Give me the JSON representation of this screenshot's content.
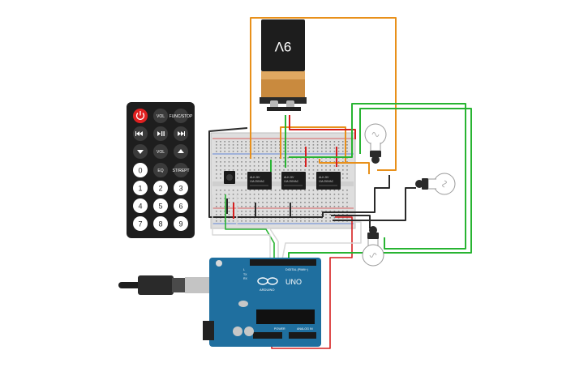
{
  "battery": {
    "label": "9V"
  },
  "remote": {
    "row1": [
      "VOL",
      "FUNC/STOP"
    ],
    "row3": [
      "VOL"
    ],
    "row4": [
      "EQ",
      "ST/REPT"
    ],
    "digits": [
      "0",
      "1",
      "2",
      "3",
      "4",
      "5",
      "6",
      "7",
      "8",
      "9"
    ]
  },
  "relays": [
    {
      "title": "ALK-5V",
      "sub": "10A 250VAC"
    },
    {
      "title": "ALK-5V",
      "sub": "10A 250VAC"
    },
    {
      "title": "ALK-5V",
      "sub": "10A 250VAC"
    }
  ],
  "arduino": {
    "brand": "ARDUINO",
    "model": "UNO",
    "digital_label": "DIGITAL (PWM~)",
    "power_label": "POWER",
    "analog_label": "ANALOG IN",
    "tx": "TX",
    "rx": "RX",
    "l": "L"
  },
  "colors": {
    "wire_orange": "#e8901a",
    "wire_red": "#d61f1f",
    "wire_green": "#28b432",
    "wire_black": "#2a2a2a",
    "wire_white": "#d8d8d8",
    "arduino_board": "#1f6f9f",
    "relay_body": "#1c1c1c",
    "remote_body": "#1e1e1e"
  }
}
